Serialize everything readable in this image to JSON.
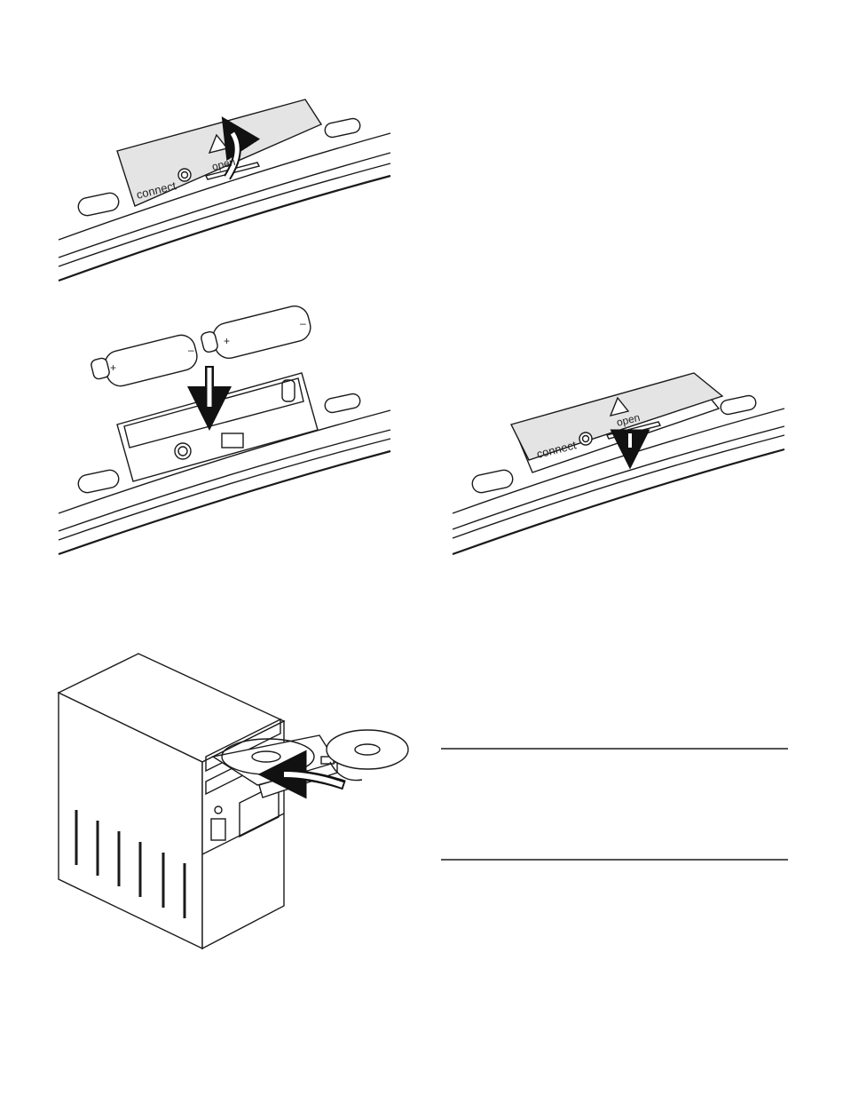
{
  "labels": {
    "connect": "connect",
    "open": "open",
    "open_partial": "open",
    "plus": "+",
    "minus": "–"
  },
  "colors": {
    "line": "#1a1a1a",
    "panel_fill": "#e4e4e4",
    "battery_fill": "#ffffff",
    "background": "#ffffff"
  },
  "icons": {
    "up_arrow": "curved-arrow-up-icon",
    "down_arrow": "arrow-down-icon",
    "insert_arrow": "curved-arrow-right-icon",
    "disc": "cd-disc-icon"
  }
}
